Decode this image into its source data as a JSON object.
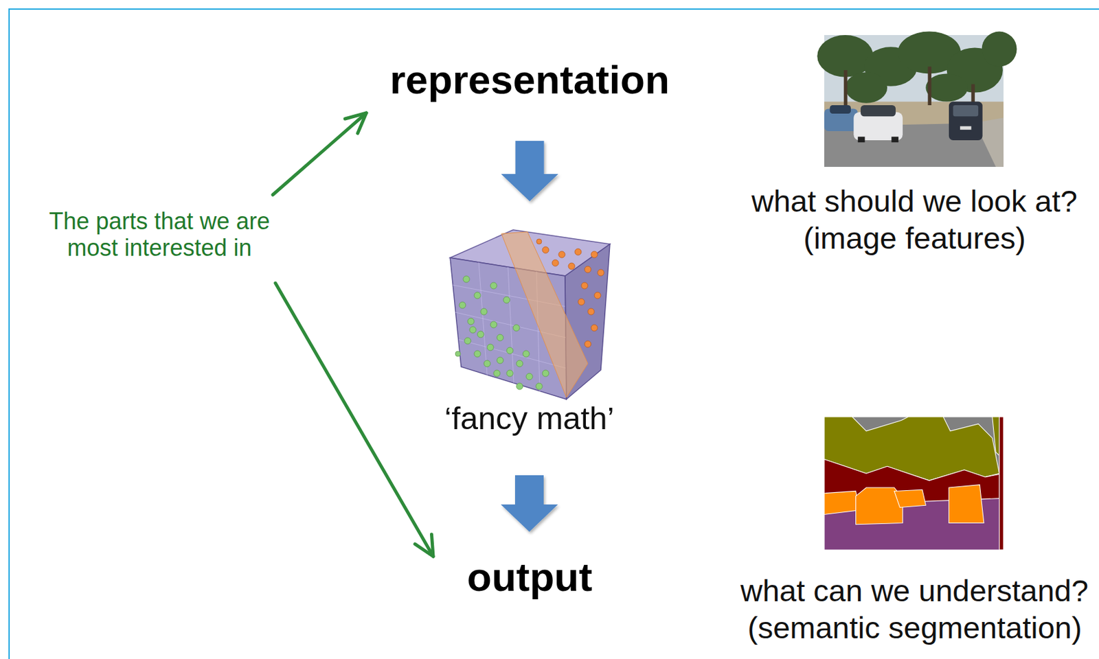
{
  "diagram": {
    "nodes": [
      {
        "text": [
          "representation"
        ]
      },
      {
        "text": [
          "‘fancy math’"
        ]
      },
      {
        "text": [
          "output"
        ]
      },
      {
        "text": [
          "The parts that we are most interested in"
        ]
      }
    ],
    "edges": [
      {
        "from": 0,
        "to": 1,
        "arrow": "to"
      },
      {
        "from": 1,
        "to": 2,
        "arrow": "to"
      },
      {
        "from": 3,
        "to": 0,
        "arrow": "to"
      },
      {
        "from": 3,
        "to": 2,
        "arrow": "to"
      }
    ],
    "labels": [
      "what should we look at?",
      "(image features)",
      "what can we understand?",
      "(semantic segmentation)"
    ]
  }
}
